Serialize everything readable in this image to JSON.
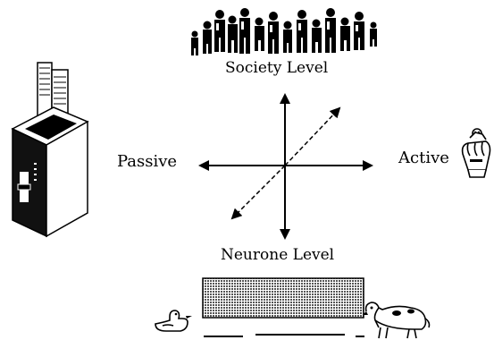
{
  "labels": {
    "top": "Society Level",
    "bottom": "Neurone Level",
    "left": "Passive",
    "right": "Active"
  },
  "icons": {
    "top": "crowd-of-people-icon",
    "left": "toaster-icon",
    "right": "hand-with-puppet-icon",
    "bottom_left": "duck-icon",
    "bottom_right": "animal-icon",
    "bottom_center": "shaded-bar"
  }
}
